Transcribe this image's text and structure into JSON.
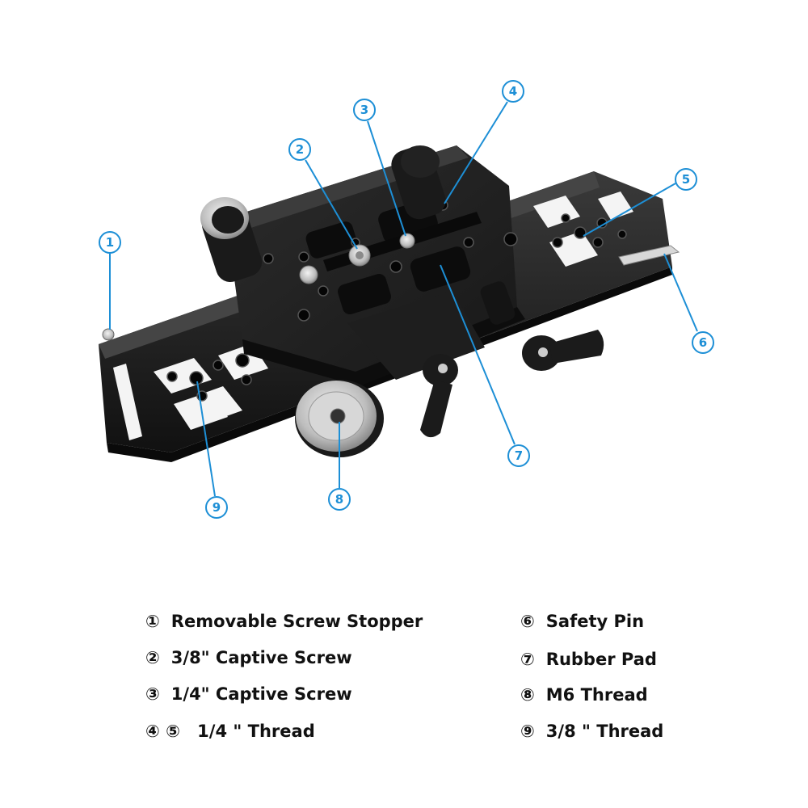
{
  "callouts": [
    {
      "marker": "1"
    },
    {
      "marker": "2"
    },
    {
      "marker": "3"
    },
    {
      "marker": "4"
    },
    {
      "marker": "5"
    },
    {
      "marker": "6"
    },
    {
      "marker": "7"
    },
    {
      "marker": "8"
    },
    {
      "marker": "9"
    }
  ],
  "legend": {
    "left": [
      {
        "mark": "①",
        "label": "Removable Screw Stopper"
      },
      {
        "mark": "②",
        "label": "3/8\" Captive Screw"
      },
      {
        "mark": "③",
        "label": "1/4\" Captive Screw"
      },
      {
        "mark": "④ ⑤",
        "label": " 1/4 \" Thread"
      }
    ],
    "right": [
      {
        "mark": "⑥",
        "label": "Safety Pin"
      },
      {
        "mark": "⑦",
        "label": "Rubber Pad"
      },
      {
        "mark": "⑧",
        "label": "M6 Thread"
      },
      {
        "mark": "⑨",
        "label": "3/8 \" Thread"
      }
    ]
  },
  "colors": {
    "accent": "#1d8fd6",
    "metal": "#1b1b1b",
    "metal_highlight": "#3a3a3a",
    "steel": "#c9c9c9",
    "text": "#111111"
  }
}
